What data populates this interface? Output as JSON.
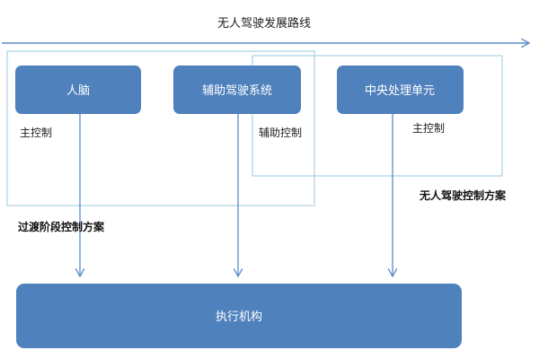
{
  "title": "无人驾驶发展路线",
  "nodes": {
    "human_brain": "人脑",
    "adas": "辅助驾驶系统",
    "cpu": "中央处理单元",
    "actuator": "执行机构"
  },
  "labels": {
    "main_control_left": "主控制",
    "assist_control": "辅助控制",
    "main_control_right": "主控制",
    "transition_scheme": "过渡阶段控制方案",
    "driverless_scheme": "无人驾驶控制方案"
  },
  "colors": {
    "box_fill": "#4f81bd",
    "arrow": "#5b8bc9",
    "frame": "#a8d2e6"
  }
}
